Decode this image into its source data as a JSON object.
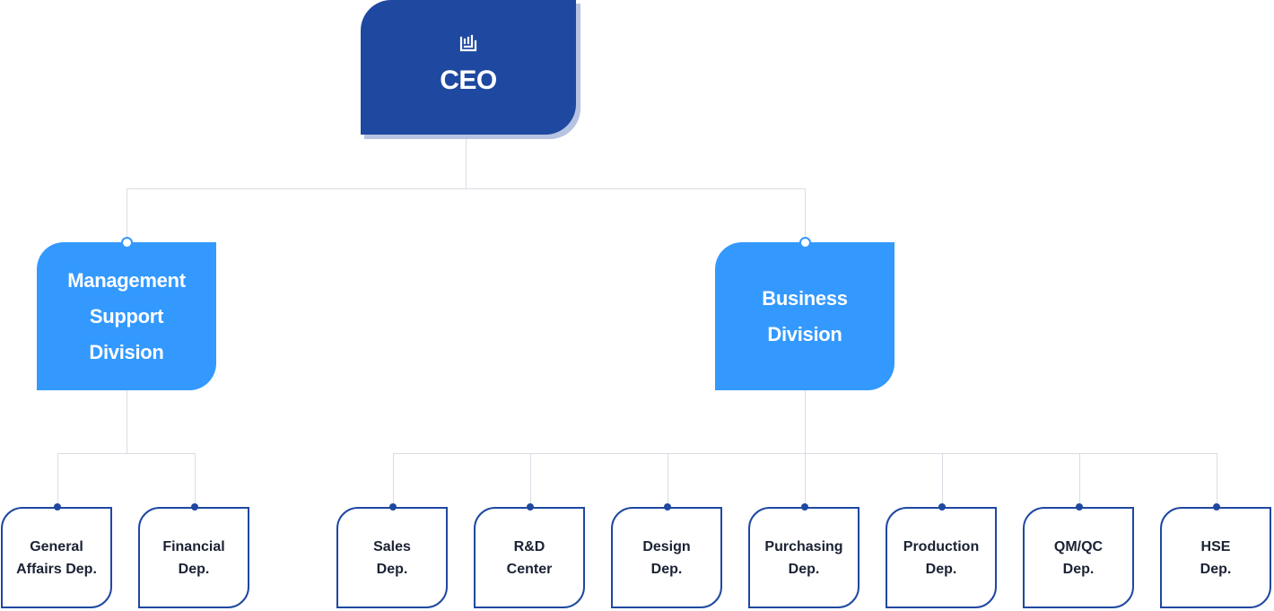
{
  "ceo": {
    "label": "CEO",
    "icon": "logo-icon"
  },
  "divisions": [
    {
      "label": "Management\nSupport\nDivision",
      "departments": [
        "General\nAffairs Dep.",
        "Financial\nDep."
      ]
    },
    {
      "label": "Business\nDivision",
      "departments": [
        "Sales\nDep.",
        "R&D\nCenter",
        "Design\nDep.",
        "Purchasing\nDep.",
        "Production\nDep.",
        "QM/QC\nDep.",
        "HSE\nDep."
      ]
    }
  ],
  "colors": {
    "ceo_fill": "#1f48a0",
    "ceo_shadow": "#b7c3e2",
    "division_fill": "#3399ff",
    "department_border": "#1f48a0",
    "connector_line": "#d9dde4",
    "text_dark": "#1a2233"
  }
}
